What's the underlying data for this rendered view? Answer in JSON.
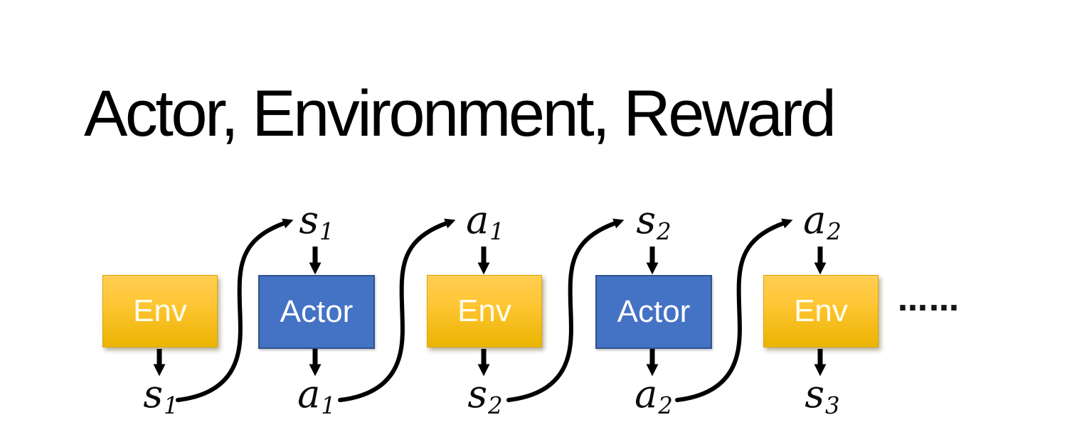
{
  "slide": {
    "title": "Actor, Environment, Reward"
  },
  "diagram": {
    "boxes": [
      {
        "label": "Env",
        "type": "env"
      },
      {
        "label": "Actor",
        "type": "actor"
      },
      {
        "label": "Env",
        "type": "env"
      },
      {
        "label": "Actor",
        "type": "actor"
      },
      {
        "label": "Env",
        "type": "env"
      }
    ],
    "top_labels": [
      {
        "base": "s",
        "sub": "1"
      },
      {
        "base": "a",
        "sub": "1"
      },
      {
        "base": "s",
        "sub": "2"
      },
      {
        "base": "a",
        "sub": "2"
      }
    ],
    "bottom_labels": [
      {
        "base": "s",
        "sub": "1"
      },
      {
        "base": "a",
        "sub": "1"
      },
      {
        "base": "s",
        "sub": "2"
      },
      {
        "base": "a",
        "sub": "2"
      },
      {
        "base": "s",
        "sub": "3"
      }
    ],
    "ellipsis": "……",
    "colors": {
      "env_top": "#FFCE52",
      "env_mid": "#FFC637",
      "env_bottom": "#EBB400",
      "actor_fill": "#4472C4",
      "actor_border": "#2F528F",
      "arrow": "#000000",
      "box_text": "#FFFFFF",
      "label_text": "#0B0B0B"
    }
  }
}
